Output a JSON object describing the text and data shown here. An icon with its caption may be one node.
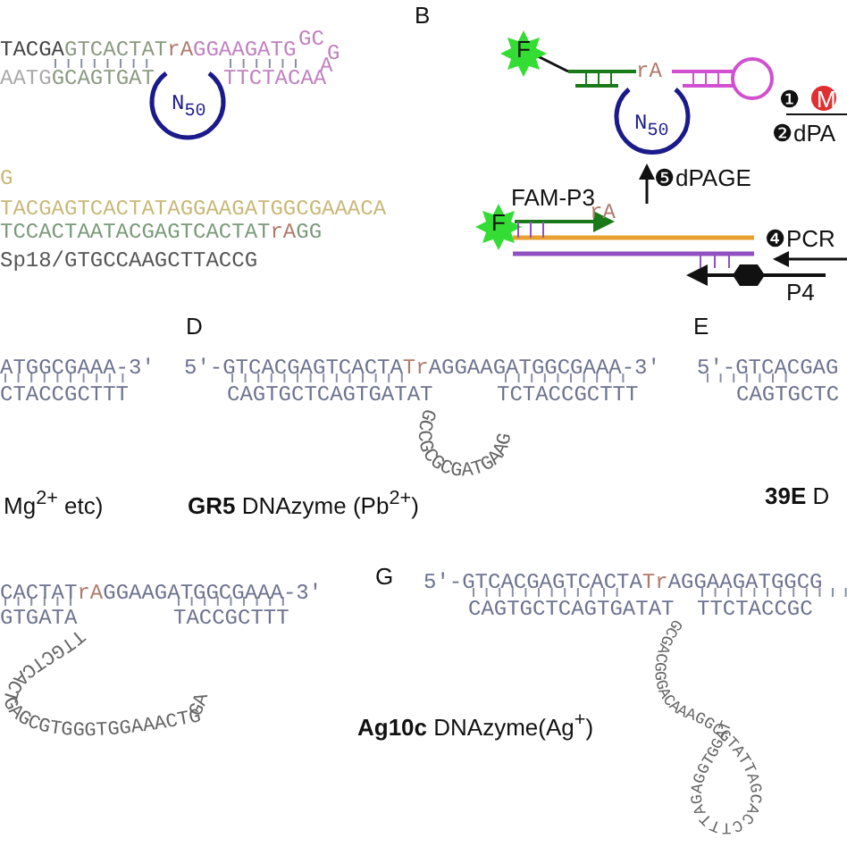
{
  "diagram": {
    "labels": [
      "B",
      "TACGAGTCACTATrAGGAAGATG",
      "GC",
      "G",
      "AATGGCAGTGAT",
      "TTCTACAA",
      "A",
      "N$_{50}$",
      "G",
      "TACGAGTCACTATAGGAAGATGGCGAAACA",
      "TCCACTAATACGAGTCACTATrAGG",
      "Sp18/GTGCCAAGCTTACCG",
      "F",
      "rA",
      "N$_{50}$",
      "❶",
      "M",
      "❷dPA",
      "❺dPAGE",
      "FAM-P3",
      "F",
      "rA",
      "❹PCR",
      "P4",
      "D",
      "E",
      "ATGGCGAAA-3′",
      "CTACCGCTTT",
      "5′-GTCACGAGTCACTATrAGGAAGATGGCGAAA-3′",
      "CAGTGCTCAGTGATAT",
      "TCTACCGCTTT",
      "GCCGCGCGATGAAG",
      "5′-GTCACGAG",
      "CAGTGCTC",
      "Mg$^{2+}$ etc)",
      "**GR5** DNAzyme (Pb$^{2+}$)",
      "**39E** D",
      "G",
      "CACTATrAGGAAGATGGCGAAA-3′",
      "GTGATA",
      "TACCGCTTT",
      "TTGCTCACTGAGCGTGGGTGGAAACTGGA",
      "5′-GTCACGAGTCACTATrAGGAAGATGGCG",
      "CAGTGCTCAGTGATAT",
      "TTCTACCGC",
      "GCGACGGGACAAAGGCGTATTAGCACCTTTAGAGGTGGAT",
      "**Ag10c** DNAzyme(Ag$^{+}$)"
    ]
  }
}
